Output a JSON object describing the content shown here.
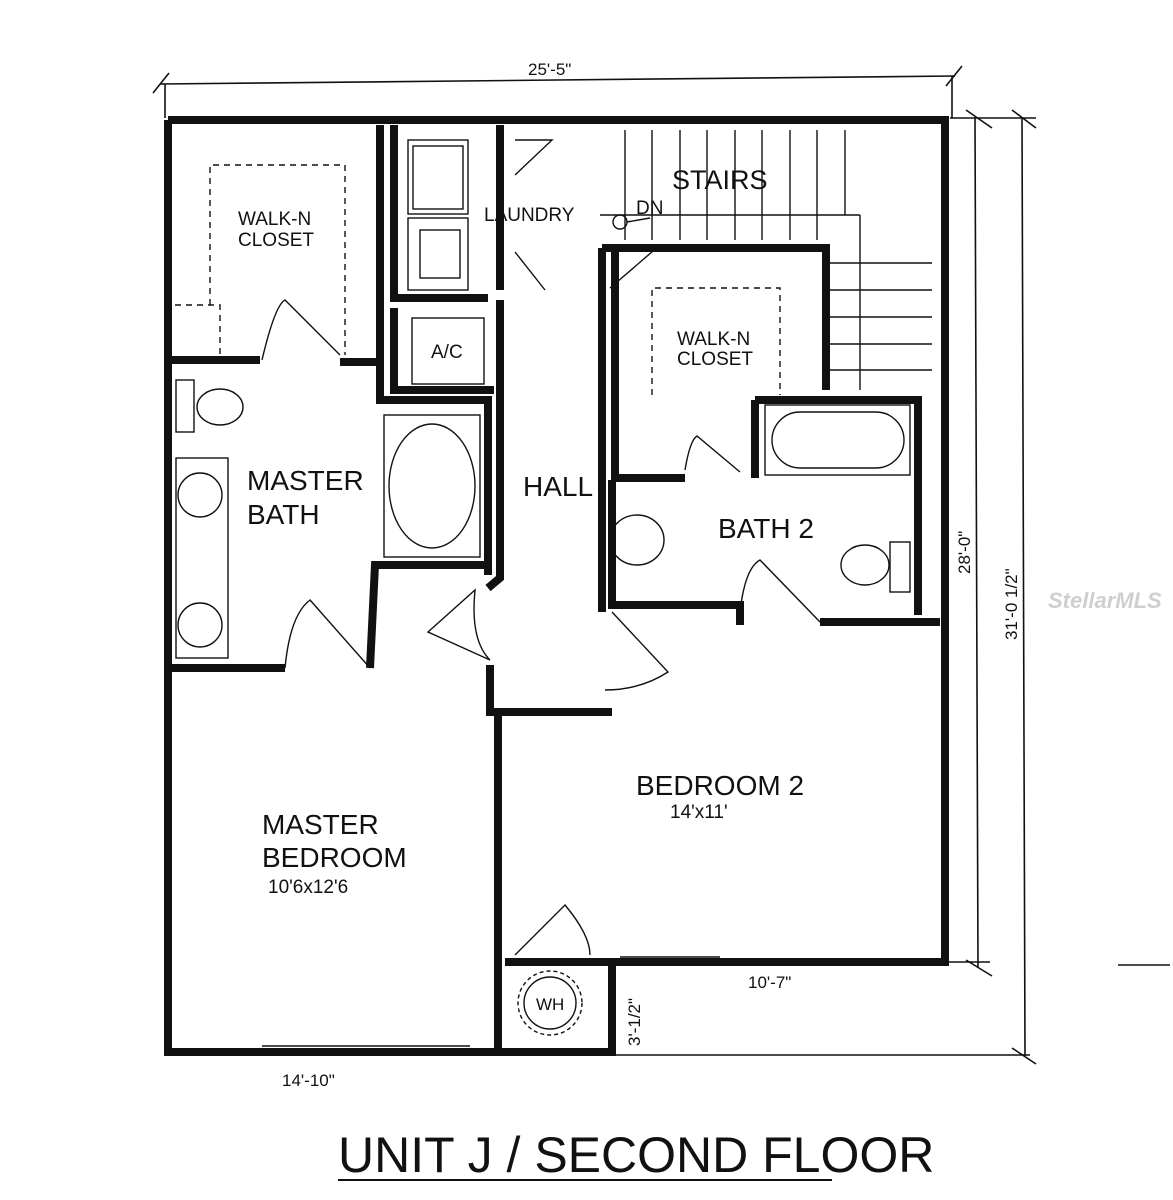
{
  "title": "UNIT J / SECOND FLOOR",
  "watermark": "StellarMLS",
  "dimensions": {
    "overall_width": "25'-5\"",
    "depth_inner": "28'-0\"",
    "depth_outer": "31'-0 1/2\"",
    "bottom_left": "14'-10\"",
    "bottom_right": "10'-7\"",
    "wh_offset": "3'-1/2\""
  },
  "rooms": {
    "walk_in_closet_1_a": "WALK-N",
    "walk_in_closet_1_b": "CLOSET",
    "laundry": "LAUNDRY",
    "stairs": "STAIRS",
    "stairs_dn": "DN",
    "ac": "A/C",
    "walk_in_closet_2_a": "WALK-N",
    "walk_in_closet_2_b": "CLOSET",
    "master_bath_a": "MASTER",
    "master_bath_b": "BATH",
    "hall": "HALL",
    "bath2": "BATH 2",
    "bedroom2": "BEDROOM 2",
    "bedroom2_size": "14'x11'",
    "master_bedroom_a": "MASTER",
    "master_bedroom_b": "BEDROOM",
    "master_bedroom_size": "10'6x12'6",
    "water_heater": "WH"
  }
}
